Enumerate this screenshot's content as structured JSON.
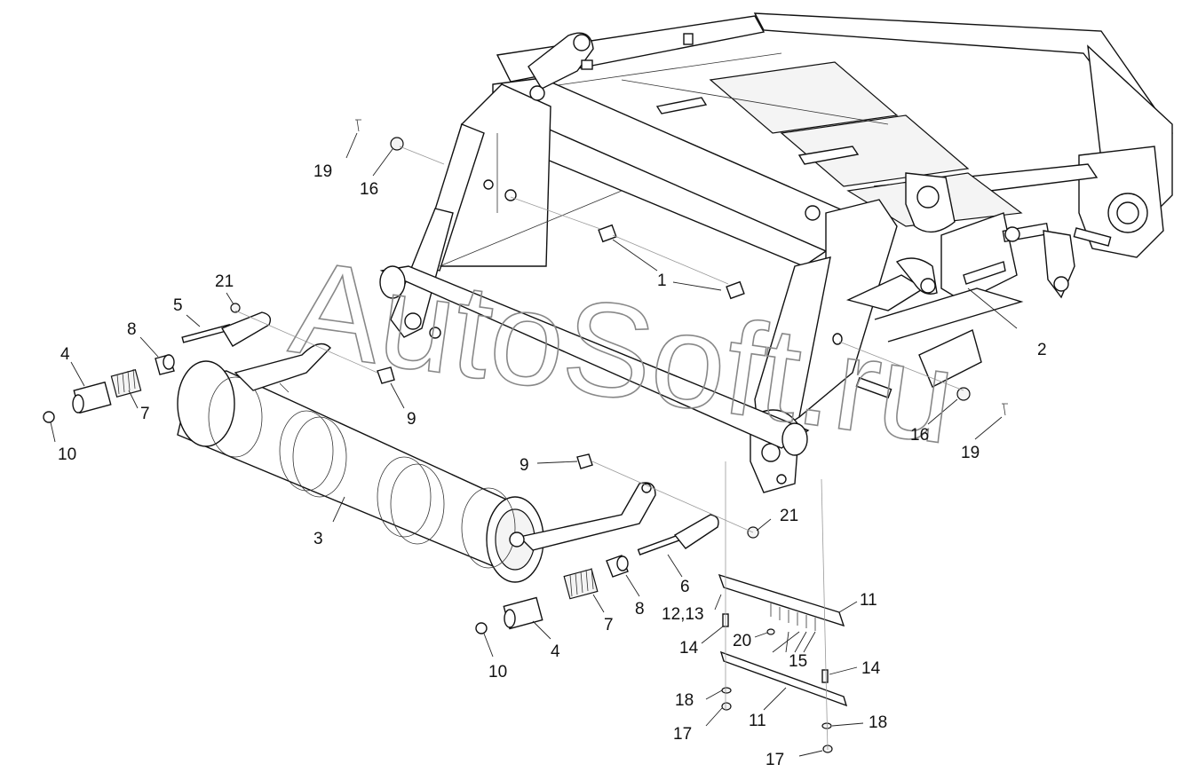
{
  "watermark": "AutoSoft.ru",
  "labels": {
    "l1": "1",
    "l2": "2",
    "l3": "3",
    "l4a": "4",
    "l4b": "4",
    "l5": "5",
    "l6": "6",
    "l7a": "7",
    "l7b": "7",
    "l8a": "8",
    "l8b": "8",
    "l9a": "9",
    "l9b": "9",
    "l10a": "10",
    "l10b": "10",
    "l11a": "11",
    "l11b": "11",
    "l1213": "12,13",
    "l14a": "14",
    "l14b": "14",
    "l15": "15",
    "l16a": "16",
    "l16b": "16",
    "l17a": "17",
    "l17b": "17",
    "l18a": "18",
    "l18b": "18",
    "l19a": "19",
    "l19b": "19",
    "l20": "20",
    "l21a": "21",
    "l21b": "21"
  }
}
